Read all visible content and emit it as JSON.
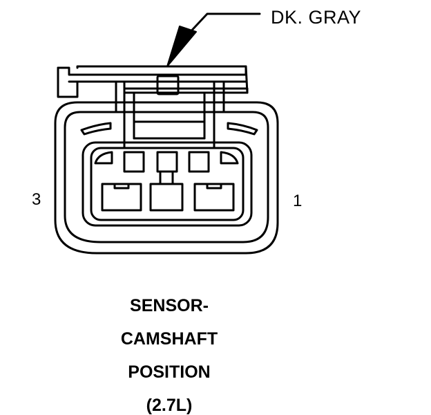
{
  "callout": {
    "wire_color": "DK. GRAY"
  },
  "pins": {
    "left": "3",
    "right": "1"
  },
  "caption": [
    "SENSOR-",
    "CAMSHAFT",
    "POSITION",
    "(2.7L)"
  ],
  "colors": {
    "line": "#000000",
    "background": "#ffffff"
  }
}
